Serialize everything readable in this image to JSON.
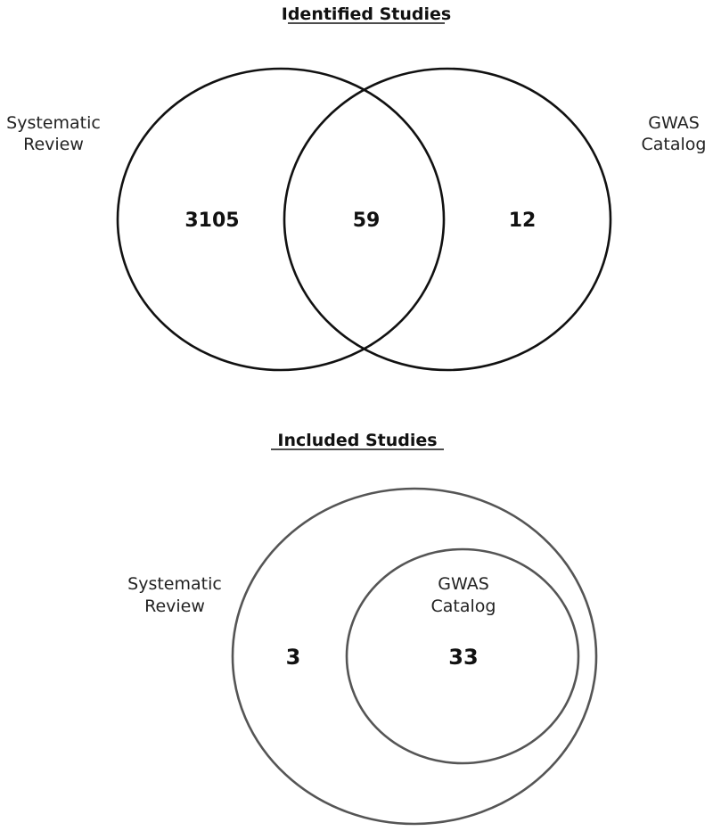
{
  "identified": {
    "title": "Identified Studies",
    "sets": [
      {
        "label_line1": "Systematic",
        "label_line2": "Review"
      },
      {
        "label_line1": "GWAS",
        "label_line2": "Catalog"
      }
    ],
    "counts": {
      "systematic_review_only": "3105",
      "overlap": "59",
      "gwas_catalog_only": "12"
    }
  },
  "included": {
    "title": "Included Studies",
    "sets": [
      {
        "label_line1": "Systematic",
        "label_line2": "Review"
      },
      {
        "label_line1": "GWAS",
        "label_line2": "Catalog"
      }
    ],
    "counts": {
      "systematic_review_only": "3",
      "gwas_catalog_within_review": "33"
    }
  },
  "colors": {
    "top_circle_stroke": "#111111",
    "bottom_circle_stroke": "#555555"
  }
}
